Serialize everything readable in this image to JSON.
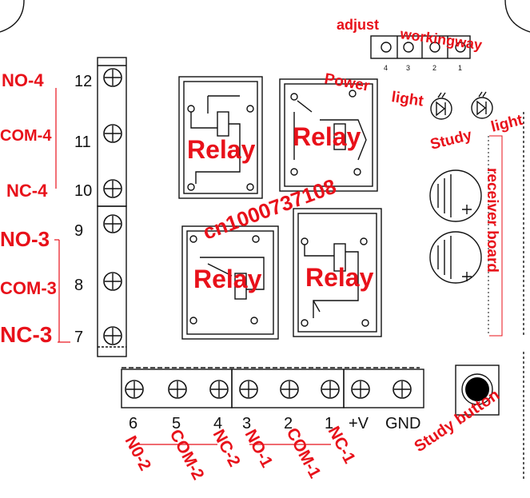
{
  "left_terminals": {
    "numbers": [
      "12",
      "11",
      "10",
      "9",
      "8",
      "7"
    ],
    "labels": [
      "NO-4",
      "COM-4",
      "NC-4",
      "NO-3",
      "COM-3",
      "NC-3"
    ]
  },
  "bottom_terminals": {
    "numbers": [
      "6",
      "5",
      "4",
      "3",
      "2",
      "1",
      "+V",
      "GND"
    ],
    "labels": [
      "N0-2",
      "COM-2",
      "NC-2",
      "NO-1",
      "COM-1",
      "NC-1"
    ]
  },
  "relays": [
    "Relay",
    "Relay",
    "Relay",
    "Relay"
  ],
  "jumper": {
    "label_adjust": "adjust",
    "label_workingway": "workingway",
    "pins": [
      "4",
      "3",
      "2",
      "1"
    ]
  },
  "indicators": {
    "power": "Power",
    "light1": "light",
    "study": "Study",
    "light2": "light"
  },
  "receiver_board": "receiver board",
  "study_button": "Study button",
  "watermark": "cn1000737108",
  "colors": {
    "label": "#e8111a",
    "line": "#111111"
  }
}
